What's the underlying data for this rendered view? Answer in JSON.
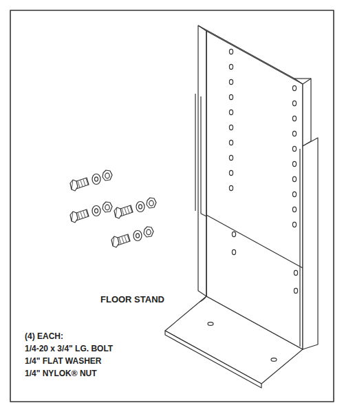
{
  "diagram": {
    "labels": [
      "FLOOR STAND",
      "(4) EACH:",
      "1/4-20 x 3/4\" LG. BOLT",
      "1/4\" FLAT WASHER",
      "1/4\" NYLOK® NUT"
    ]
  }
}
